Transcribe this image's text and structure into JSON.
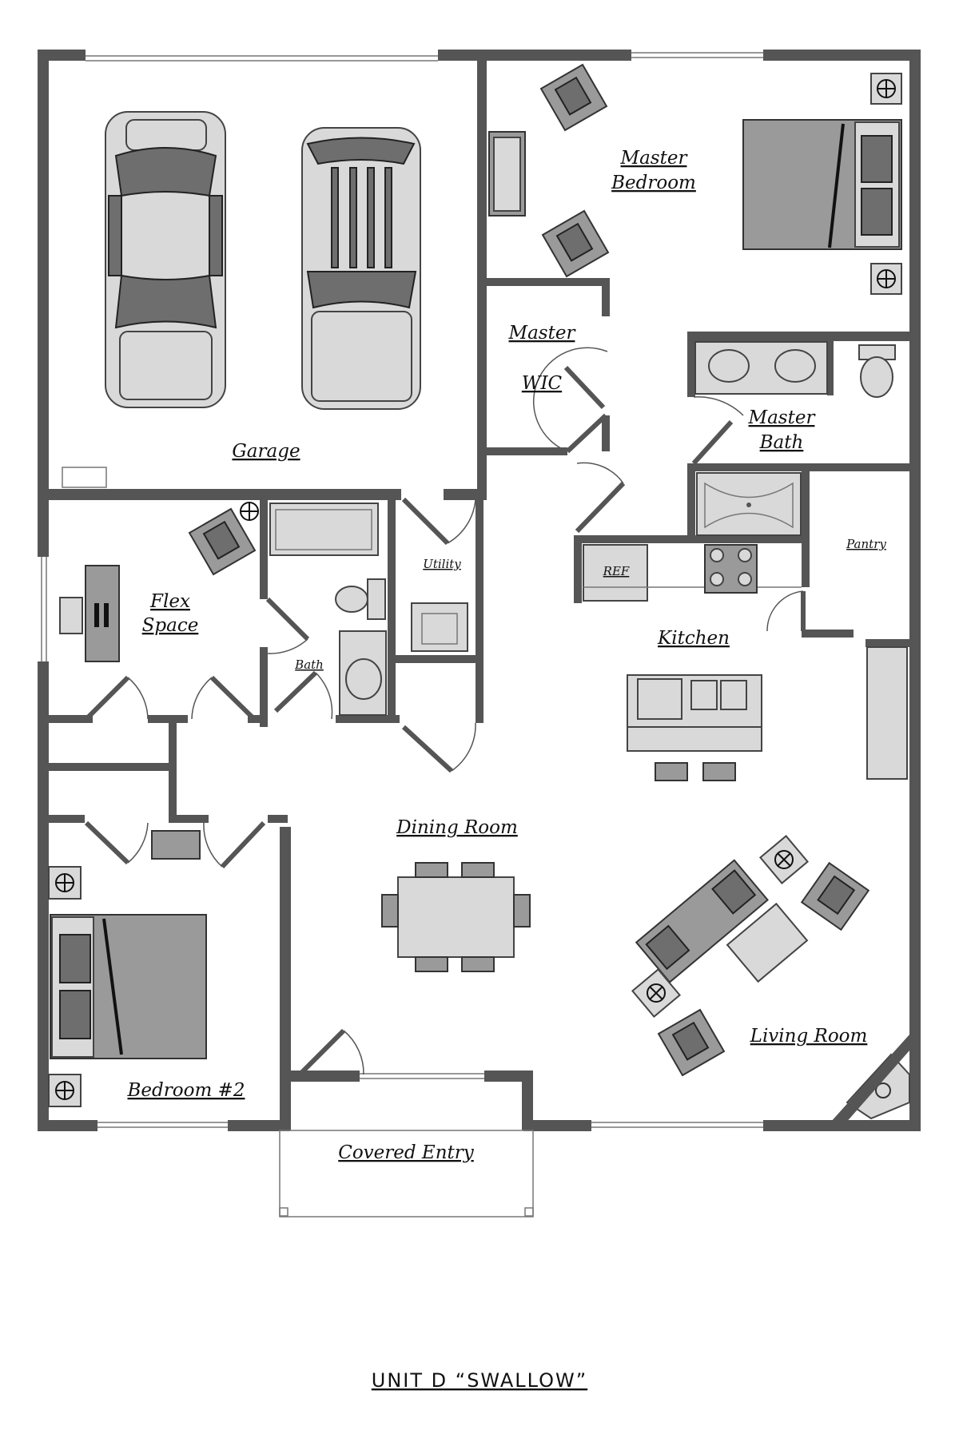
{
  "rooms": {
    "garage": "Garage",
    "master_bedroom_line1": "Master",
    "master_bedroom_line2": "Bedroom",
    "master_wic_line1": "Master",
    "master_wic_line2": "WIC",
    "master_bath_line1": "Master",
    "master_bath_line2": "Bath",
    "flex_space_line1": "Flex",
    "flex_space_line2": "Space",
    "bath": "Bath",
    "utility": "Utility",
    "ref": "REF",
    "pantry": "Pantry",
    "kitchen": "Kitchen",
    "dining_room": "Dining Room",
    "living_room": "Living Room",
    "bedroom_2": "Bedroom #2",
    "covered_entry": "Covered Entry"
  },
  "unit_title": "UNIT D “SWALLOW”",
  "colors": {
    "wall": "#555555",
    "furniture": "#9a9a9a",
    "background": "#ffffff"
  }
}
